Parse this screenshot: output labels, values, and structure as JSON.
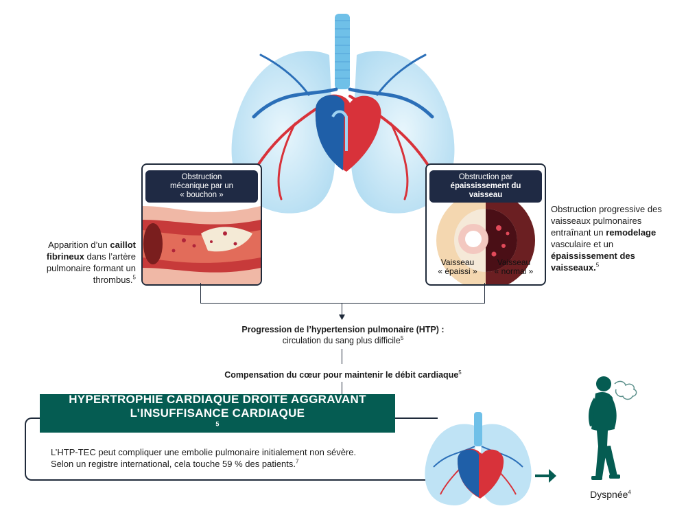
{
  "left_panel": {
    "tag_line1": "Obstruction",
    "tag_line2": "mécanique par un",
    "tag_line3": "« bouchon »"
  },
  "right_panel": {
    "tag_line1": "Obstruction par",
    "tag_line2": "épaississement du",
    "tag_line3": "vaisseau",
    "label_left_1": "Vaisseau",
    "label_left_2": "« épaissi »",
    "label_right_1": "Vaisseau",
    "label_right_2": "« normal »"
  },
  "left_text": {
    "part1": "Apparition d’un",
    "bold": "caillot fibrineux",
    "part2": "dans l’artère pulmonaire formant un thrombus.",
    "ref": "5"
  },
  "right_text": {
    "part1": "Obstruction progressive des vaisseaux pulmonaires entraînant un",
    "bold1": "remodelage",
    "part2": "vasculaire et un",
    "bold2": "épaississement des vaisseaux.",
    "ref": "5"
  },
  "progression": {
    "bold": "Progression de l’hypertension pulmonaire (HTP) :",
    "normal": "circulation du sang plus difficile",
    "ref": "5"
  },
  "compensation": {
    "bold": "Compensation du cœur pour maintenir le débit cardiaque",
    "ref": "5"
  },
  "banner": {
    "line1": "HYPERTROPHIE CARDIAQUE DROITE AGGRAVANT",
    "line2": "L’INSUFFISANCE CARDIAQUE",
    "ref": "5"
  },
  "bottom": {
    "line1": "L’HTP-TEC peut compliquer une embolie pulmonaire initialement non sévère.",
    "line2": "Selon un registre international, cela touche 59 % des patients.",
    "ref": "7"
  },
  "dyspnee": {
    "label": "Dyspnée",
    "ref": "4"
  },
  "colors": {
    "navy": "#1f2a44",
    "teal": "#055c52",
    "lung": "#bfe3f5",
    "artery": "#d8323a",
    "vein": "#2b6fb8"
  }
}
